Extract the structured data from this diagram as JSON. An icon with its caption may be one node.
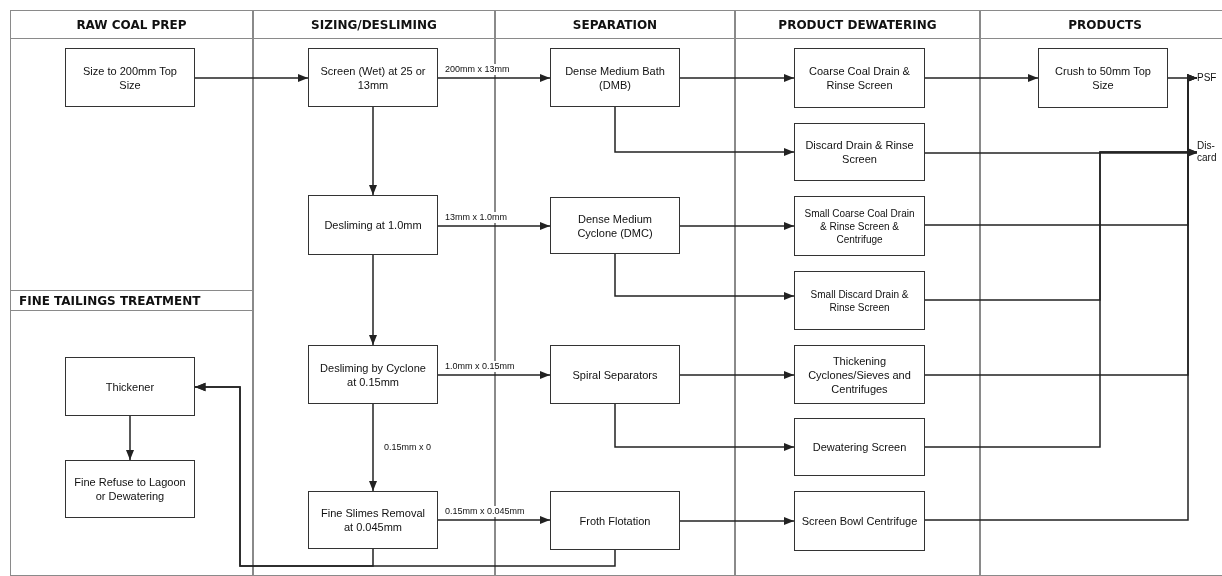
{
  "diagram": {
    "nodes": [
      {
        "text": [
          "RAW COAL PREP"
        ]
      },
      {
        "text": [
          "SIZING/DESLIMING"
        ]
      },
      {
        "text": [
          "SEPARATION"
        ]
      },
      {
        "text": [
          "PRODUCT DEWATERING"
        ]
      },
      {
        "text": [
          "PRODUCTS"
        ]
      },
      {
        "text": [
          "FINE TAILINGS TREATMENT"
        ]
      },
      {
        "text": [
          "Size to 200mm Top Size"
        ],
        "in": 0
      },
      {
        "text": [
          "Screen (Wet) at 25 or 13mm"
        ],
        "in": 1
      },
      {
        "text": [
          "Desliming at 1.0mm"
        ],
        "in": 1
      },
      {
        "text": [
          "Desliming by Cyclone at 0.15mm"
        ],
        "in": 1
      },
      {
        "text": [
          "Fine Slimes Removal at 0.045mm"
        ],
        "in": 1
      },
      {
        "text": [
          "Dense Medium Bath (DMB)"
        ],
        "in": 2
      },
      {
        "text": [
          "Dense Medium Cyclone (DMC)"
        ],
        "in": 2
      },
      {
        "text": [
          "Spiral Separators"
        ],
        "in": 2
      },
      {
        "text": [
          "Froth Flotation"
        ],
        "in": 2
      },
      {
        "text": [
          "Coarse Coal Drain & Rinse Screen"
        ],
        "in": 3
      },
      {
        "text": [
          "Discard Drain & Rinse Screen"
        ],
        "in": 3
      },
      {
        "text": [
          "Small Coarse Coal Drain & Rinse Screen & Centrifuge"
        ],
        "in": 3
      },
      {
        "text": [
          "Small Discard Drain & Rinse Screen"
        ],
        "in": 3
      },
      {
        "text": [
          "Thickening Cyclones/Sieves and Centrifuges"
        ],
        "in": 3
      },
      {
        "text": [
          "Dewatering Screen"
        ],
        "in": 3
      },
      {
        "text": [
          "Screen Bowl Centrifuge"
        ],
        "in": 3
      },
      {
        "text": [
          "Crush to 50mm Top Size"
        ],
        "in": 4
      },
      {
        "text": [
          "Thickener"
        ],
        "in": 5
      },
      {
        "text": [
          "Fine Refuse to Lagoon or Dewatering"
        ],
        "in": 5
      },
      {
        "text": [
          "PSF"
        ],
        "in": 4
      },
      {
        "text": [
          "Dis-card"
        ],
        "in": 4
      }
    ],
    "edges": [
      {
        "from": 6,
        "to": 7,
        "arrow": "to"
      },
      {
        "from": 7,
        "to": 11,
        "arrow": "to",
        "label": "200mm x 13mm"
      },
      {
        "from": 7,
        "to": 8,
        "arrow": "to"
      },
      {
        "from": 8,
        "to": 12,
        "arrow": "to",
        "label": "13mm x 1.0mm"
      },
      {
        "from": 8,
        "to": 9,
        "arrow": "to"
      },
      {
        "from": 9,
        "to": 13,
        "arrow": "to",
        "label": "1.0mm x 0.15mm"
      },
      {
        "from": 9,
        "to": 10,
        "arrow": "to",
        "label": "0.15mm x 0"
      },
      {
        "from": 10,
        "to": 14,
        "arrow": "to",
        "label": "0.15mm x 0.045mm"
      },
      {
        "from": 11,
        "to": 15,
        "arrow": "to"
      },
      {
        "from": 11,
        "to": 16,
        "arrow": "to"
      },
      {
        "from": 12,
        "to": 17,
        "arrow": "to"
      },
      {
        "from": 12,
        "to": 18,
        "arrow": "to"
      },
      {
        "from": 13,
        "to": 19,
        "arrow": "to"
      },
      {
        "from": 13,
        "to": 20,
        "arrow": "to"
      },
      {
        "from": 14,
        "to": 21,
        "arrow": "to"
      },
      {
        "from": 15,
        "to": 22,
        "arrow": "to"
      },
      {
        "from": 22,
        "to": 25,
        "arrow": "to"
      },
      {
        "from": 17,
        "to": 25,
        "arrow": "to"
      },
      {
        "from": 19,
        "to": 25,
        "arrow": "to"
      },
      {
        "from": 21,
        "to": 25,
        "arrow": "to"
      },
      {
        "from": 16,
        "to": 26,
        "arrow": "to"
      },
      {
        "from": 18,
        "to": 26,
        "arrow": "to"
      },
      {
        "from": 20,
        "to": 26,
        "arrow": "to"
      },
      {
        "from": 10,
        "to": 23,
        "arrow": "to"
      },
      {
        "from": 14,
        "to": 23,
        "arrow": "to"
      },
      {
        "from": 23,
        "to": 24,
        "arrow": "to"
      }
    ]
  }
}
